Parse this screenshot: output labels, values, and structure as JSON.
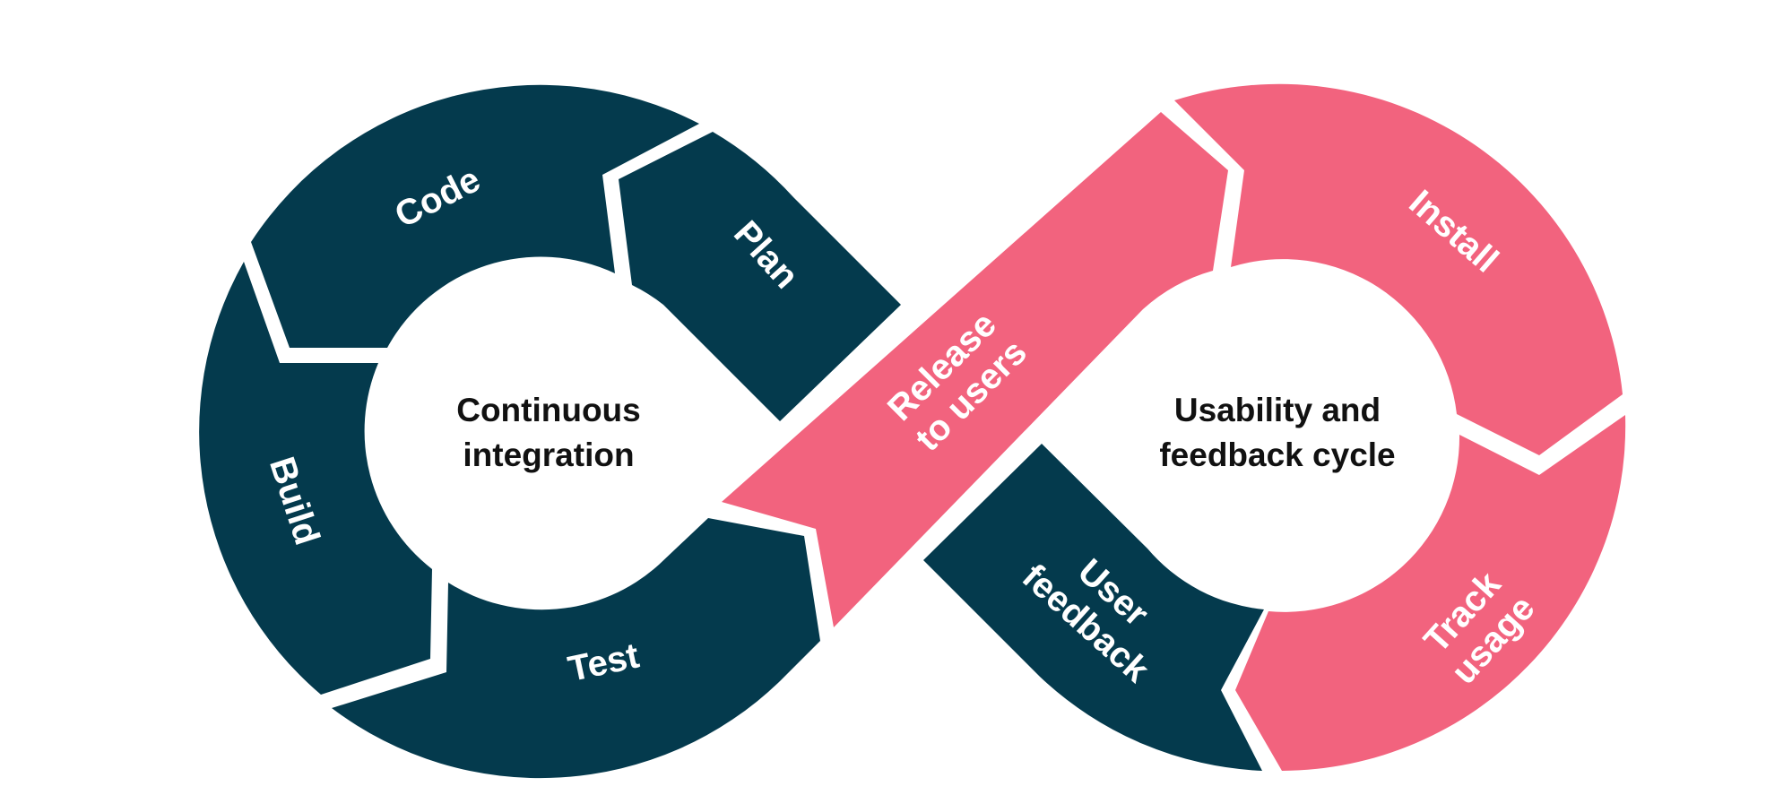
{
  "colors": {
    "dark": "#043a4d",
    "pink": "#f2637e",
    "gap": "#ffffff",
    "text_dark": "#111111"
  },
  "loops": {
    "left": {
      "title_lines": [
        "Continuous",
        "integration"
      ],
      "segments": [
        "Plan",
        "Code",
        "Build",
        "Test"
      ]
    },
    "bridge": {
      "lines": [
        "Release",
        "to users"
      ]
    },
    "right": {
      "title_lines": [
        "Usability and",
        "feedback cycle"
      ],
      "segments": [
        "Install",
        "Track",
        "usage",
        "User",
        "feedback"
      ]
    }
  }
}
